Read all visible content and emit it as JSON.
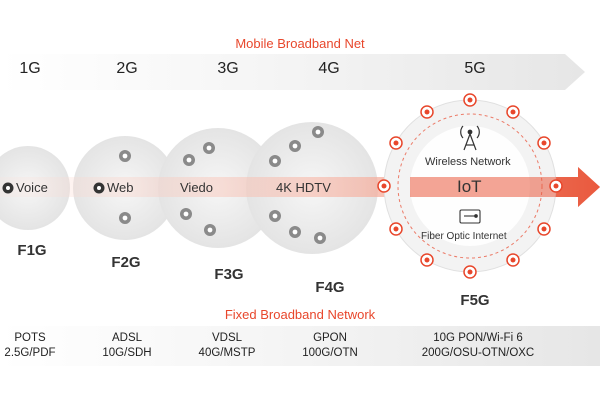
{
  "colors": {
    "accent": "#e8472c",
    "band": "#f2f2f2",
    "circle": "#ececec",
    "icon": "#8a8a8a"
  },
  "mobile_title": "Mobile Broadband Net",
  "fixed_title": "Fixed Broadband Network",
  "generations": [
    {
      "mobile": "1G",
      "service": "Voice",
      "fixed": "F1G",
      "tech_line1": "POTS",
      "tech_line2": "2.5G/PDF"
    },
    {
      "mobile": "2G",
      "service": "Web",
      "fixed": "F2G",
      "tech_line1": "ADSL",
      "tech_line2": "10G/SDH"
    },
    {
      "mobile": "3G",
      "service": "Viedo",
      "fixed": "F3G",
      "tech_line1": "VDSL",
      "tech_line2": "40G/MSTP"
    },
    {
      "mobile": "4G",
      "service": "4K HDTV",
      "fixed": "F4G",
      "tech_line1": "GPON",
      "tech_line2": "100G/OTN"
    },
    {
      "mobile": "5G",
      "service": "IoT",
      "fixed": "F5G",
      "tech_line1": "10G PON/Wi-Fi 6",
      "tech_line2": "200G/OSU-OTN/OXC"
    }
  ],
  "iot": {
    "wireless_label": "Wireless Network",
    "fiber_label": "Fiber Optic Internet"
  }
}
